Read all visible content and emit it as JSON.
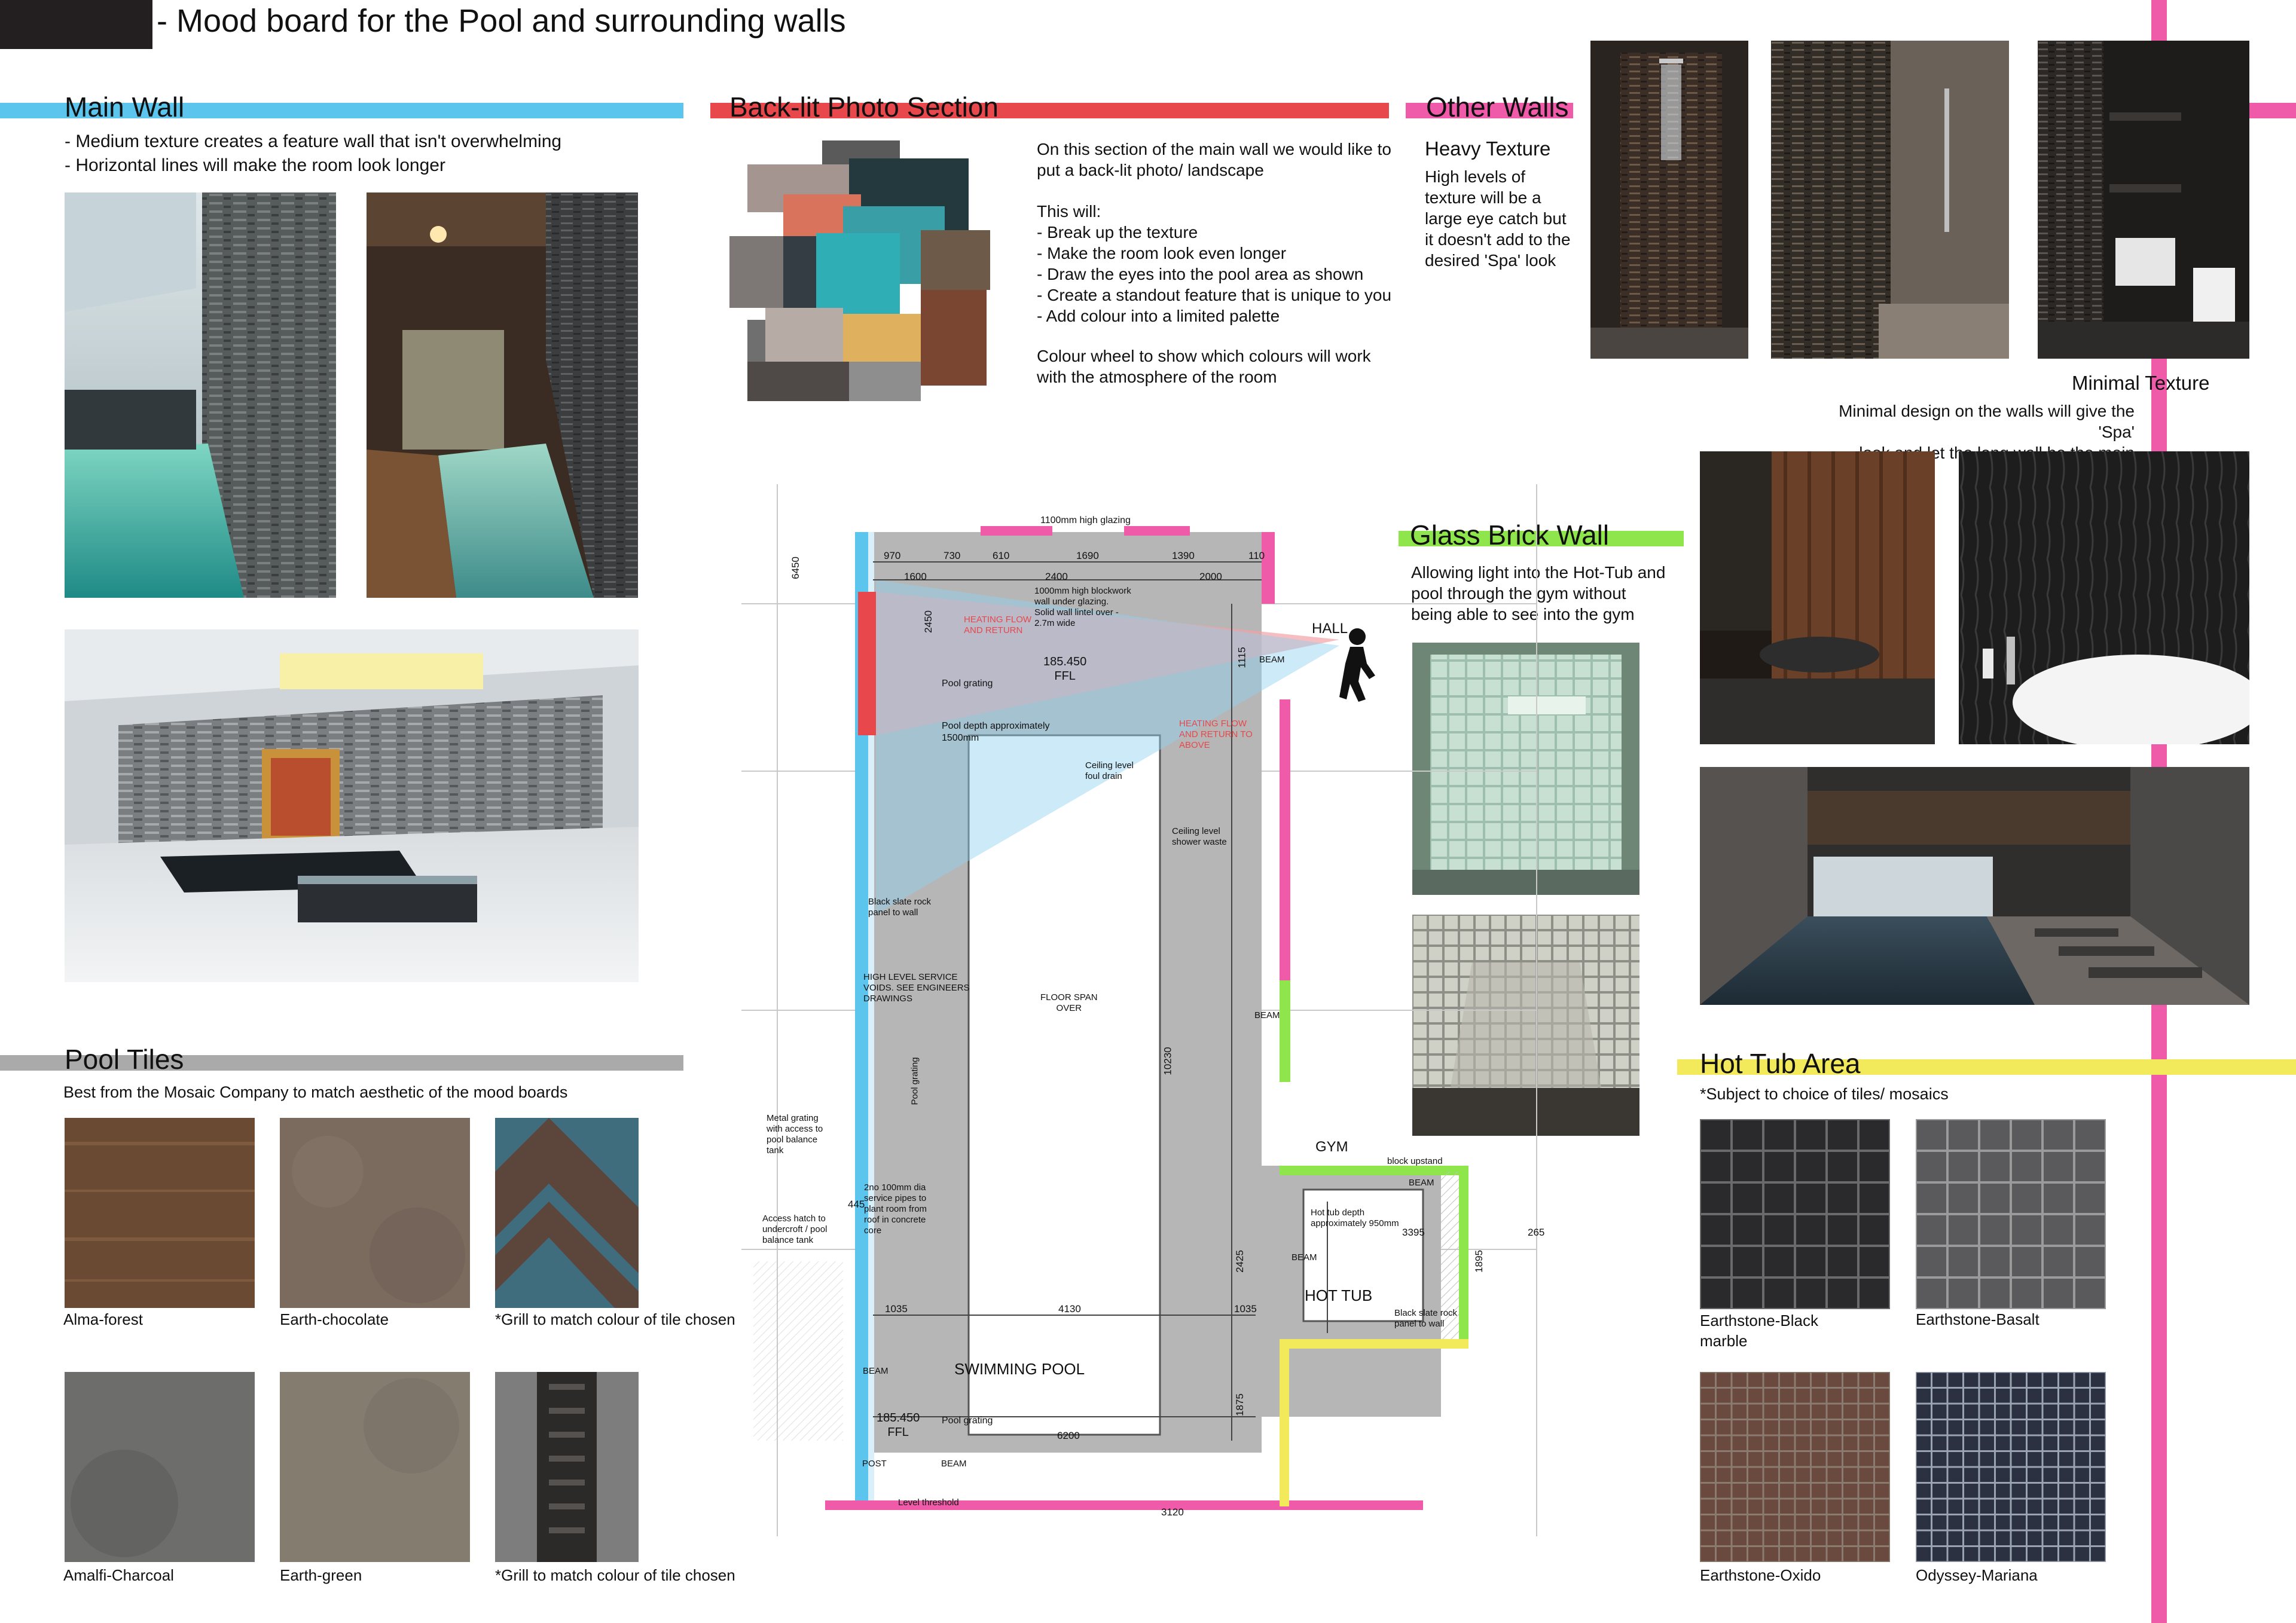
{
  "header": {
    "title": "- Mood board for the Pool and surrounding walls"
  },
  "colors": {
    "blue": "#5bc5ee",
    "red": "#e8474b",
    "pink": "#ef5ba8",
    "green": "#8ee64c",
    "grey": "#aaaaaa",
    "yellow": "#f2ea5a",
    "dark_block": "#231f20"
  },
  "main_wall": {
    "title": "Main Wall",
    "bullets": [
      "- Medium texture creates a feature wall that isn't overwhelming",
      "- Horizontal lines will make the room look longer"
    ]
  },
  "backlit": {
    "title": "Back-lit Photo Section",
    "intro": "On this section of the main wall we would like to\nput a back-lit photo/ landscape",
    "will_label": "This will:",
    "points": [
      "- Break up the texture",
      "- Make the room look even longer",
      "- Draw the eyes into the pool area as shown",
      "- Create a standout feature that is unique to you",
      "- Add colour into a limited palette"
    ],
    "wheel_note": "Colour wheel to show which colours will work\nwith the atmosphere of the room",
    "swatches": [
      "#5a5a5a",
      "#a49590",
      "#24393d",
      "#d9735b",
      "#3a9ea6",
      "#2fafb5",
      "#7d7775",
      "#b7aca5",
      "#dfb05e",
      "#6d5a48",
      "#7a4531",
      "#6f6f6f",
      "#4f4a48",
      "#8e8e8e",
      "#343d44"
    ]
  },
  "other_walls": {
    "title": "Other Walls",
    "heavy_title": "Heavy Texture",
    "heavy_text": "High levels of\ntexture will be a\nlarge eye catch but\nit doesn't add to the\ndesired 'Spa' look",
    "minimal_title": "Minimal Texture",
    "minimal_text": "Minimal design on the walls will give the 'Spa'\nlook and let the long wall be the main feature"
  },
  "glass_brick": {
    "title": "Glass Brick Wall",
    "text": "Allowing light into the Hot-Tub and\npool through the gym without\nbeing able to see into the gym"
  },
  "pool_tiles": {
    "title": "Pool Tiles",
    "subtitle": "Best from the Mosaic Company to match aesthetic of the mood boards",
    "tiles": [
      {
        "label": "Alma-forest",
        "color": "#6b4a33"
      },
      {
        "label": "Earth-chocolate",
        "color": "#7b6a5e"
      },
      {
        "label": "*Grill to match colour of tile chosen",
        "color": "#5c463b"
      },
      {
        "label": "Amalfi-Charcoal",
        "color": "#6d6d6b"
      },
      {
        "label": "Earth-green",
        "color": "#857c70"
      },
      {
        "label": "*Grill to match colour of tile chosen",
        "color": "#2c2a28"
      }
    ]
  },
  "hot_tub": {
    "title": "Hot Tub Area",
    "subtitle": "*Subject to choice of tiles/ mosaics",
    "tiles": [
      {
        "label": "Earthstone-Black\nmarble",
        "color": "#2a2a2c"
      },
      {
        "label": "Earthstone-Basalt",
        "color": "#5a5a5c"
      },
      {
        "label": "Earthstone-Oxido",
        "color": "#6a4a3e"
      },
      {
        "label": "Odyssey-Mariana",
        "color": "#2b3140"
      }
    ]
  },
  "plan": {
    "labels": {
      "hall": "HALL",
      "gym": "GYM",
      "swimming_pool": "SWIMMING POOL",
      "hot_tub": "HOT TUB",
      "ffl_top": "185.450\nFFL",
      "ffl_bottom": "185.450\nFFL",
      "pool_grating_1": "Pool grating",
      "pool_grating_2": "Pool grating",
      "pool_depth": "Pool depth approximately\n1500mm",
      "hot_tub_depth": "Hot tub depth\napproximately 950mm",
      "black_slate": "Black slate rock\npanel to wall",
      "black_slate_2": "Black slate rock\npanel to wall",
      "floor_span": "FLOOR SPAN\nOVER",
      "service": "HIGH LEVEL SERVICE\nVOIDS. SEE ENGINEERS\nDRAWINGS",
      "ceiling_drain": "Ceiling level\nfoul drain",
      "ceiling_waste": "Ceiling level\nshower waste",
      "block_wall": "1000mm high blockwork\nwall under glazing.\nSolid wall lintel over -\n2.7m wide",
      "glazing": "1100mm high glazing",
      "heating_1": "HEATING FLOW\nAND RETURN",
      "heating_2": "HEATING FLOW\nAND RETURN TO\nABOVE",
      "metal_grating": "Metal grating\nwith access to\npool balance\ntank",
      "access": "Access hatch to\nundercroft / pool\nbalance tank",
      "service_pipes": "2no 100mm dia\nservice pipes to\nplant room from\nroof in concrete\ncore",
      "beam": "BEAM",
      "block_upstand": "block upstand",
      "level_threshold": "Level threshold",
      "post": "POST"
    },
    "dims": {
      "d970": "970",
      "d730": "730",
      "d610": "610",
      "d1690": "1690",
      "d1390": "1390",
      "d110": "110",
      "d1600": "1600",
      "d2400": "2400",
      "d2000": "2000",
      "d2450": "2450",
      "d1115": "1115",
      "d1035a": "1035",
      "d4130": "4130",
      "d1035b": "1035",
      "d6200": "6200",
      "d10230": "10230",
      "d3395": "3395",
      "d1895": "1895",
      "d265": "265",
      "d2425": "2425",
      "d1875": "1875",
      "d3120": "3120",
      "d6450": "6450",
      "d445": "445"
    }
  }
}
